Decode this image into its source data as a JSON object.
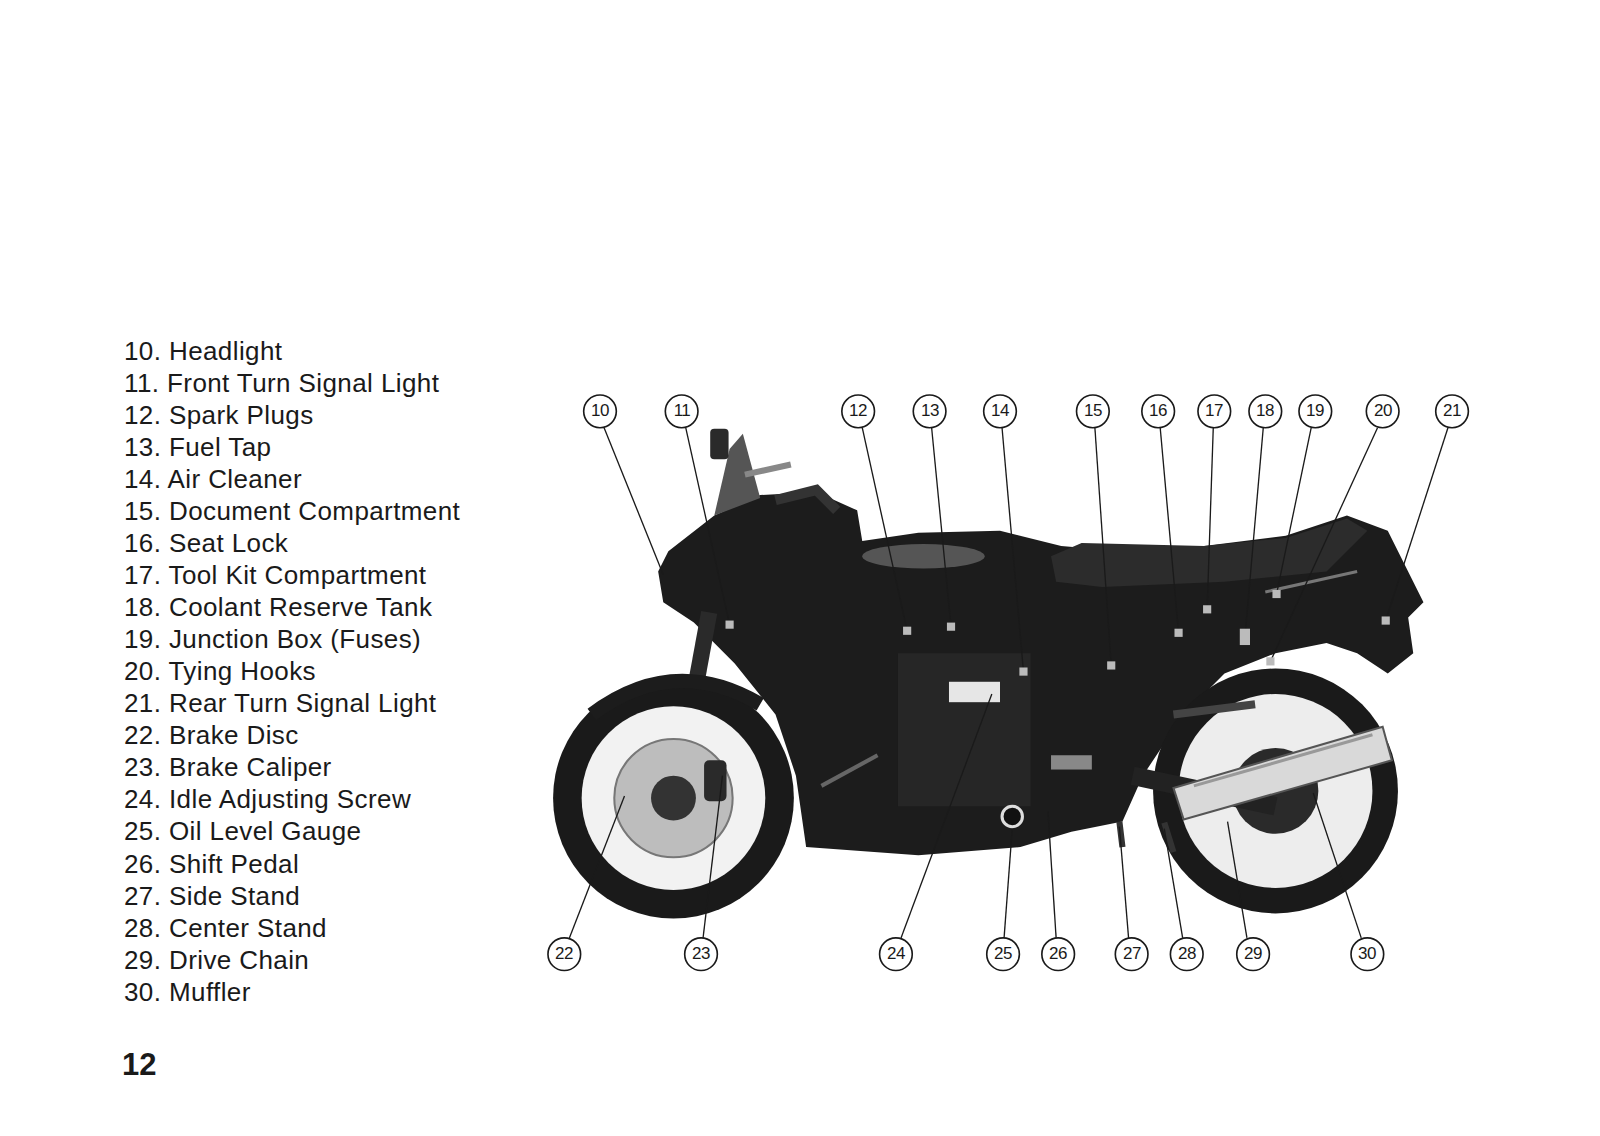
{
  "diagram": {
    "labels": [
      "10. Headlight",
      "11. Front Turn Signal Light",
      "12. Spark Plugs",
      "13. Fuel Tap",
      "14. Air Cleaner",
      "15. Document Compartment",
      "16. Seat Lock",
      "17. Tool Kit Compartment",
      "18. Coolant Reserve Tank",
      "19. Junction Box (Fuses)",
      "20. Tying Hooks",
      "21. Rear Turn Signal Light",
      "22. Brake Disc",
      "23. Brake Caliper",
      "24. Idle Adjusting Screw",
      "25. Oil Level Gauge",
      "26. Shift Pedal",
      "27. Side Stand",
      "28. Center Stand",
      "29. Drive Chain",
      "30. Muffler",
      "10",
      "11",
      "12",
      "13",
      "14",
      "15",
      "16",
      "17",
      "18",
      "19",
      "20",
      "21",
      "22",
      "23",
      "24",
      "25",
      "26",
      "27",
      "28",
      "29",
      "30",
      "12"
    ]
  }
}
